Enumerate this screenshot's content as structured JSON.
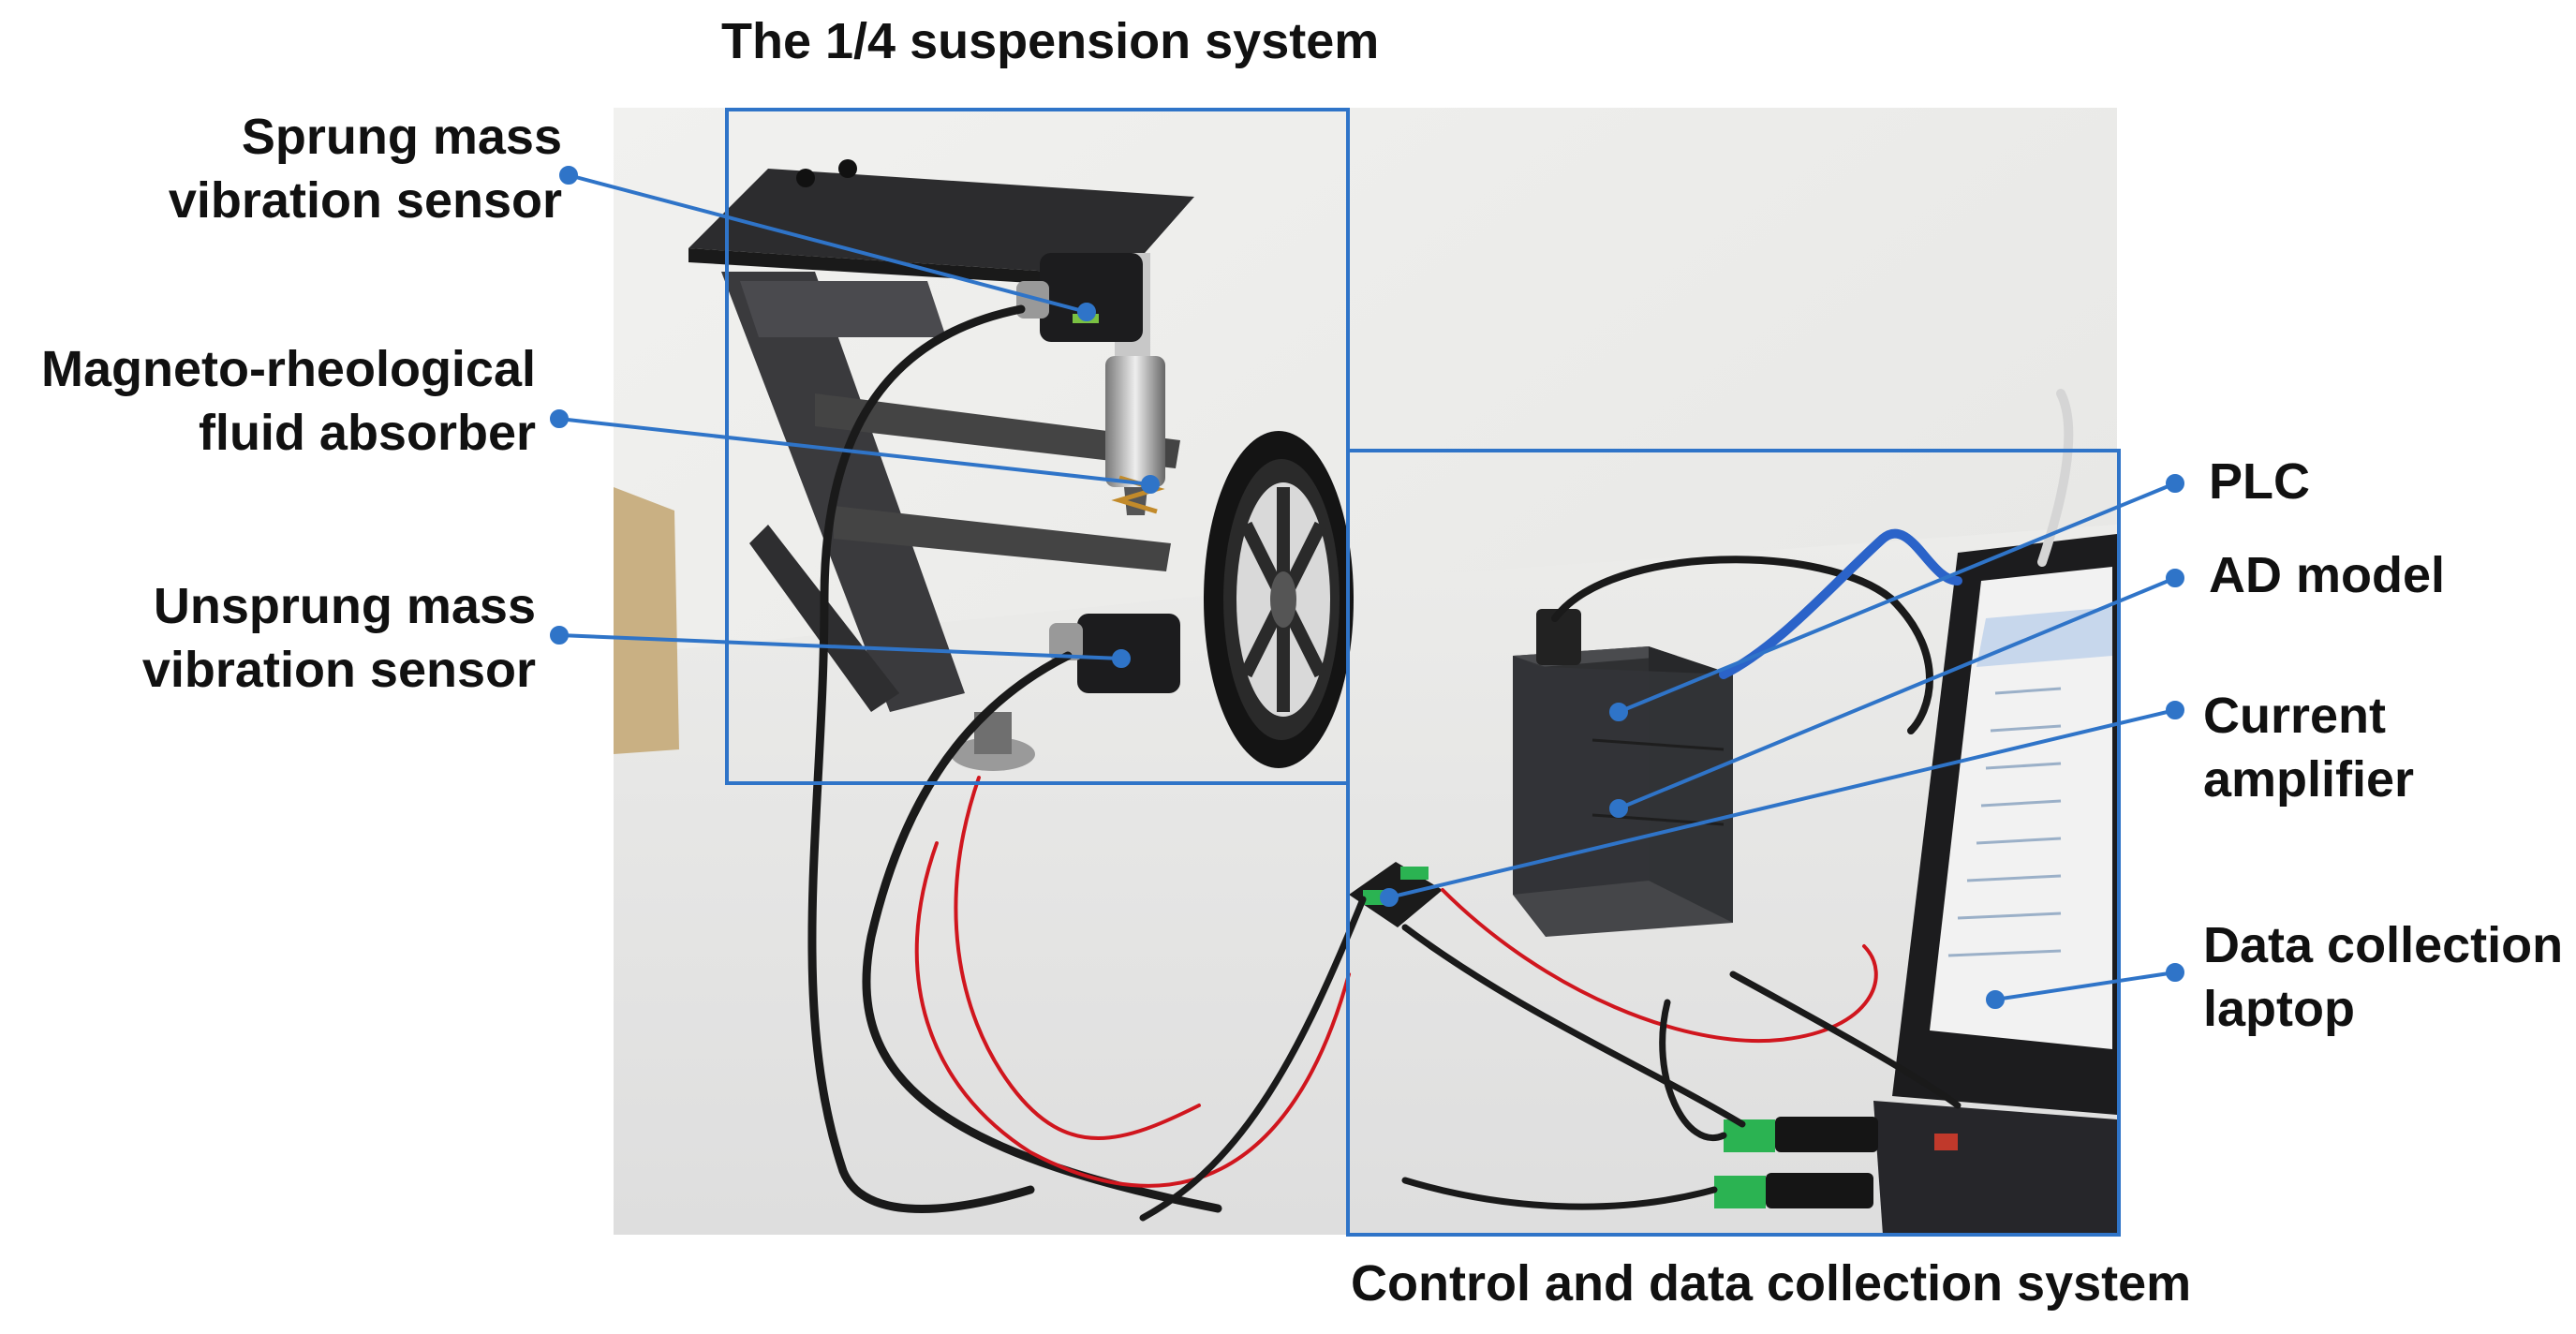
{
  "figure": {
    "top_title": "The 1/4 suspension system",
    "bottom_title": "Control and data collection system"
  },
  "labels_left": [
    {
      "line1": "Sprung mass",
      "line2": "vibration sensor"
    },
    {
      "line1": "Magneto-rheological",
      "line2": "fluid absorber"
    },
    {
      "line1": "Unsprung mass",
      "line2": "vibration sensor"
    }
  ],
  "labels_right": [
    {
      "line1": "PLC",
      "line2": ""
    },
    {
      "line1": "AD model",
      "line2": ""
    },
    {
      "line1": "Current",
      "line2": "amplifier"
    },
    {
      "line1": "Data collection",
      "line2": "laptop"
    }
  ],
  "colors": {
    "frame": "#2f74c8",
    "leader": "#2f74c8",
    "wall": "#eeeeec",
    "table": "#e9e9e7",
    "metal": "#2f2f32",
    "cable_black": "#1a1a1a",
    "cable_red": "#d0161e",
    "cable_blue": "#2b63c9",
    "connector_green": "#2bb352",
    "laptop_screen": "#f2f2f2"
  }
}
